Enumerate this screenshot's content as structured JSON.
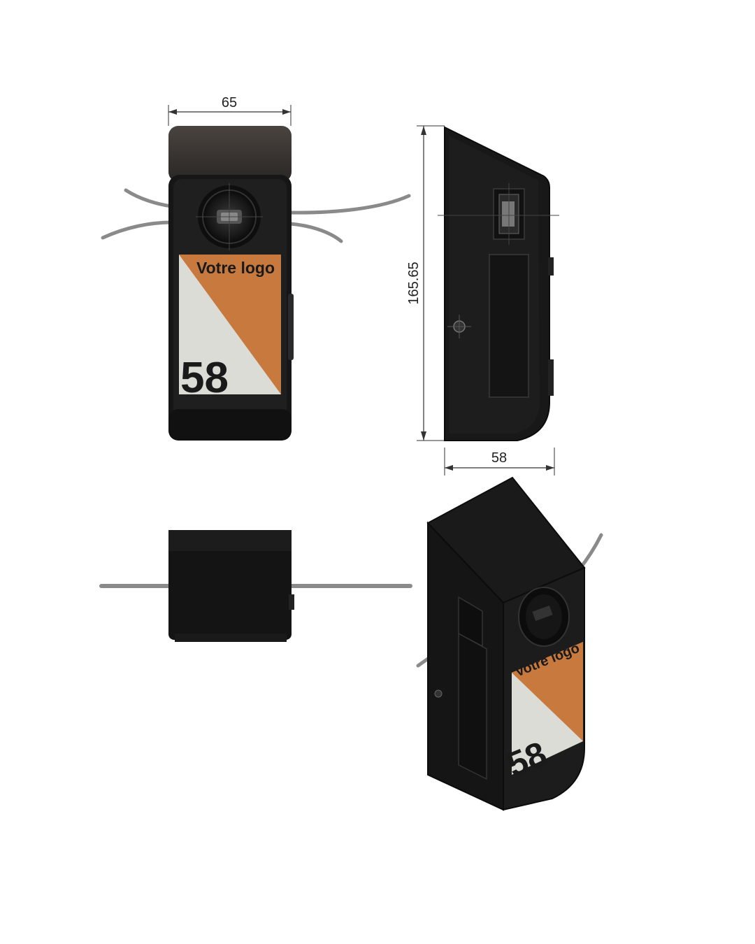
{
  "dimensions": {
    "width_front": "65",
    "height_side": "165.65",
    "depth_side": "58"
  },
  "plate": {
    "logo_text": "Votre logo",
    "number": "58"
  },
  "colors": {
    "body": "#1c1c1c",
    "cap": "#3a3532",
    "orange": "#c8793e",
    "white_panel": "#dcdcd6",
    "wire": "#8a8a8a",
    "dim_line": "#333333"
  },
  "icons": {
    "cable_wire": "wire",
    "sensor_lens": "lens",
    "screw": "screw-hole"
  }
}
